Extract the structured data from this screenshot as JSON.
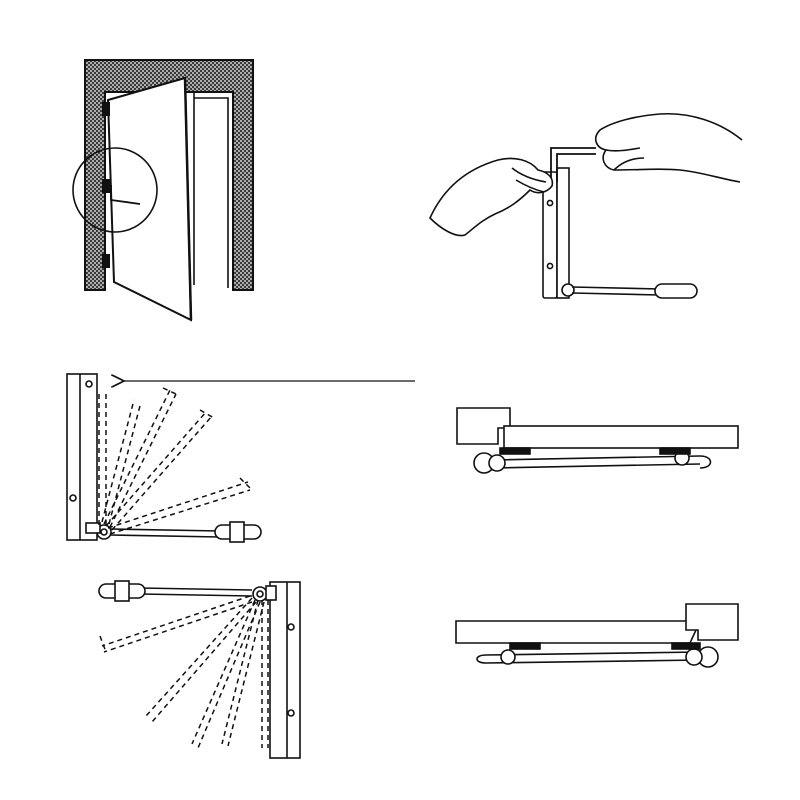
{
  "diagram": {
    "panels": [
      {
        "id": "door-in-frame",
        "icon": "door-icon"
      },
      {
        "id": "adjust-with-hex-key",
        "icon": "hand-icon"
      },
      {
        "id": "closing-sweep-top",
        "icon": "arm-sweep-icon"
      },
      {
        "id": "side-view-left-mount",
        "icon": "closer-side-icon"
      },
      {
        "id": "closing-sweep-bottom",
        "icon": "arm-sweep-icon"
      },
      {
        "id": "side-view-right-mount",
        "icon": "closer-side-icon"
      }
    ],
    "colors": {
      "line": "#111111",
      "fill": "#ffffff",
      "wall": "#2a2a2a"
    }
  }
}
